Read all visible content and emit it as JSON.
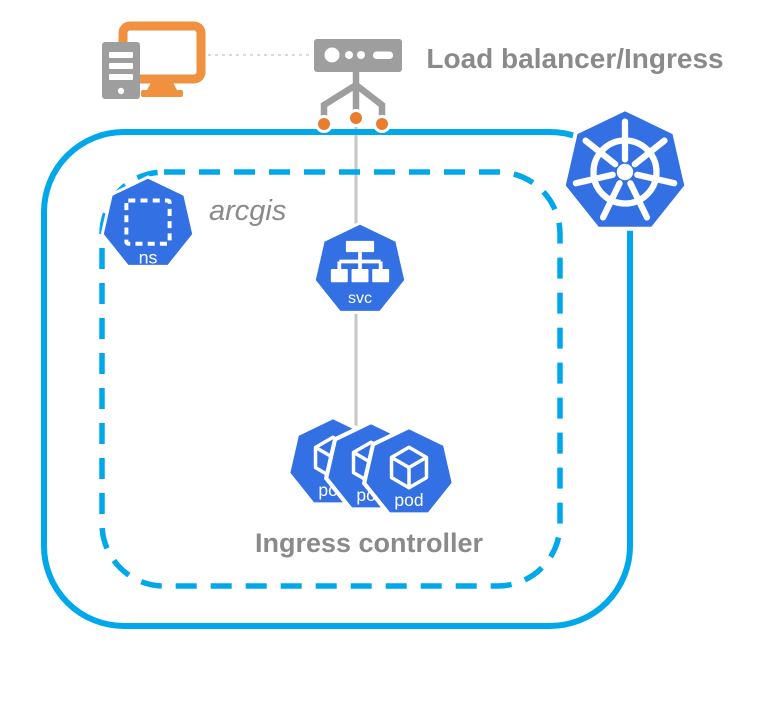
{
  "diagram": {
    "type": "kubernetes-ingress-architecture",
    "labels": {
      "load_balancer": "Load balancer/Ingress",
      "namespace_name": "arcgis",
      "ingress_controller": "Ingress controller"
    },
    "nodes": {
      "namespace_badge": "ns",
      "service_badge": "svc",
      "pod_badge": "pod"
    }
  },
  "colors": {
    "k8s_blue": "#3370E3",
    "cyan": "#00A8EB",
    "orange_monitor": "#EF913F",
    "orange_dot": "#E87D2F",
    "gray_icon": "#9E9E9E",
    "gray_text": "#8A8A8A",
    "line_gray": "#C6C6C6"
  }
}
